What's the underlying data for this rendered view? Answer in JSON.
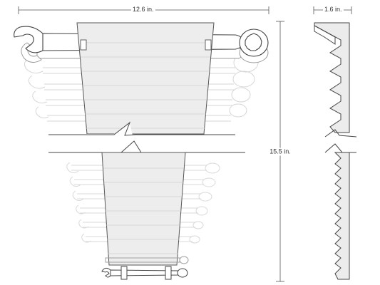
{
  "dimensions": {
    "width": "12.6 in.",
    "height": "15.5 in.",
    "depth": "1.6 in."
  },
  "colors": {
    "line": "#444444",
    "faint": "#bdbdbd",
    "fill": "#f1f1f1",
    "rack": "#e9e9e9",
    "dim": "#555555"
  },
  "icons": {
    "wrench": "combination-wrench-icon",
    "rack": "wrench-rack-icon"
  }
}
